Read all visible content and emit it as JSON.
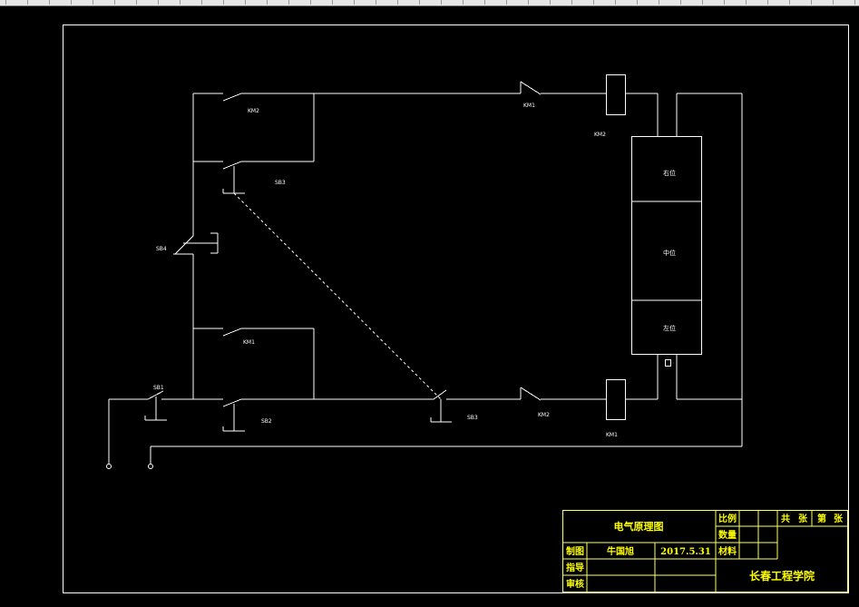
{
  "labels": {
    "km2_top": "KM2",
    "sb3_top": "SB3",
    "sb4": "SB4",
    "km1_mid": "KM1",
    "sb1": "SB1",
    "sb2": "SB2",
    "sb3_bottom": "SB3",
    "km1_top_right": "KM1",
    "km2_coil": "KM2",
    "km2_bottom": "KM2",
    "km1_coil": "KM1"
  },
  "valve": {
    "right": "右位",
    "center": "中位",
    "left": "左位"
  },
  "title_block": {
    "title": "电气原理图",
    "ratio": "比例",
    "quantity": "数量",
    "material": "材料",
    "total": "共",
    "sheets1": "张",
    "nth": "第",
    "sheets2": "张",
    "drawn_by_label": "制图",
    "drawn_by": "牛国旭",
    "date": "2017.5.31",
    "supervisor_label": "指导",
    "reviewer_label": "审核",
    "school": "长春工程学院"
  },
  "colors": {
    "background": "#000000",
    "lines": "#ffffff",
    "title_block_lines": "#ffff66",
    "title_block_text": "#ffff00"
  }
}
